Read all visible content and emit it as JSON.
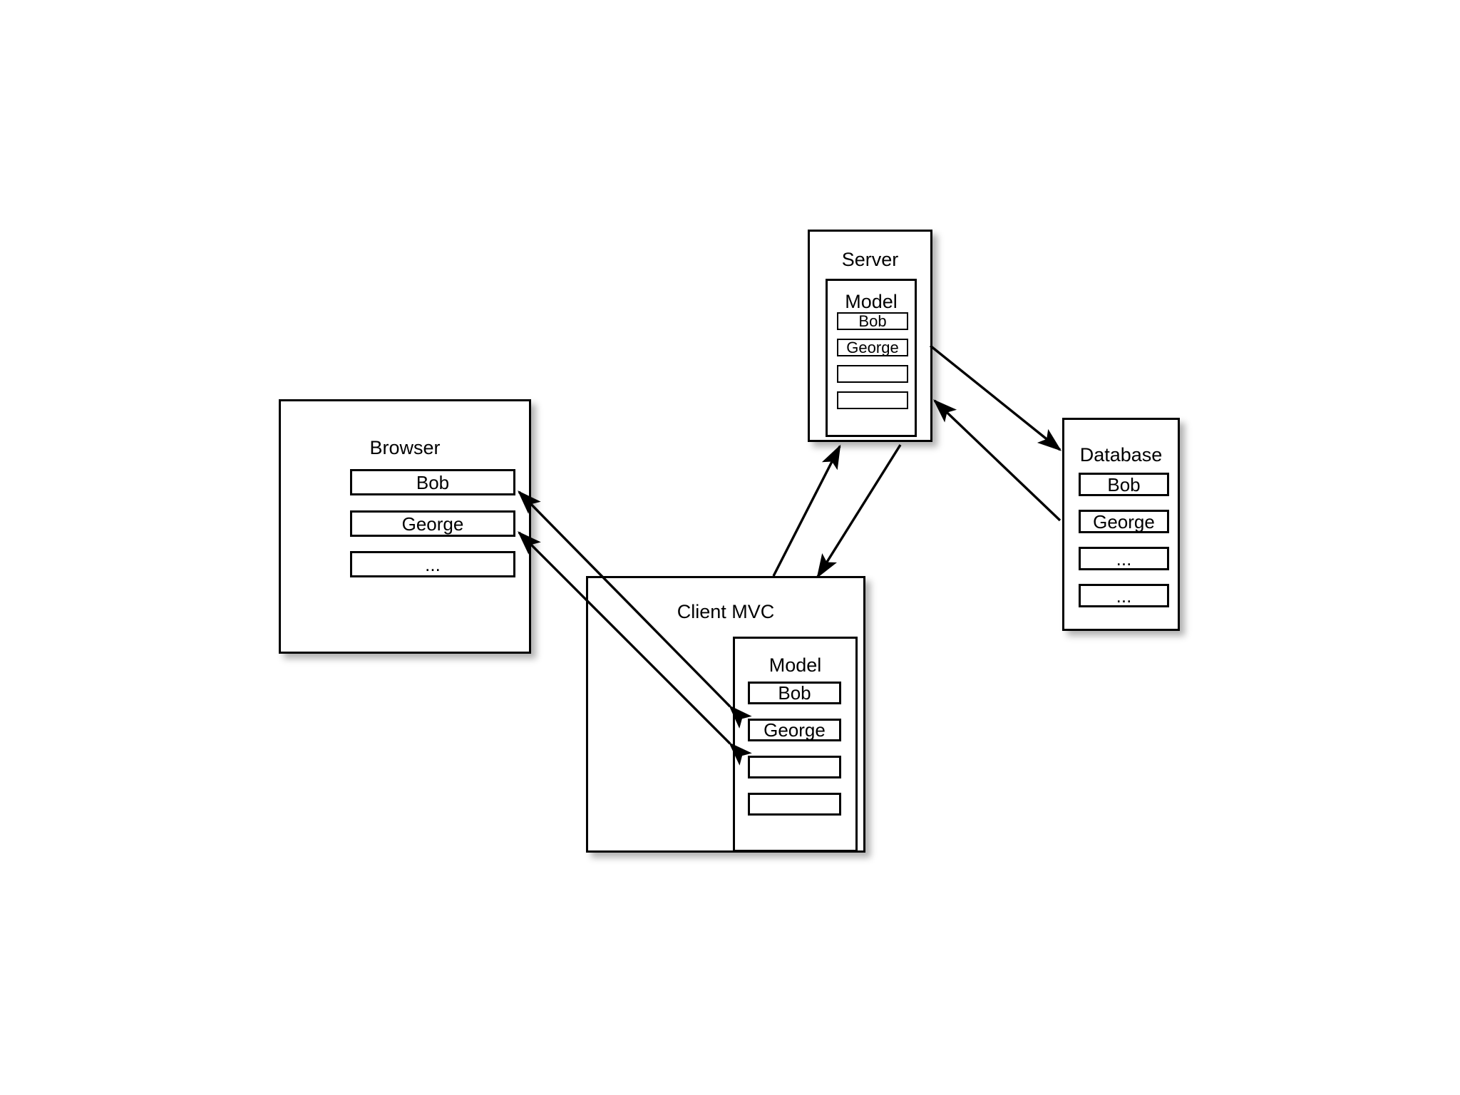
{
  "diagram": {
    "title": "Client MVC data synchronisation diagram",
    "background_color": "#ffffff",
    "stroke_color": "#000000",
    "fill_color": "#ffffff"
  },
  "nodes": {
    "browser": {
      "title": "Browser",
      "rows": [
        "Bob",
        "George",
        "..."
      ]
    },
    "client_mvc": {
      "title": "Client MVC",
      "model": {
        "title": "Model",
        "rows": [
          "Bob",
          "George",
          "",
          ""
        ]
      }
    },
    "server": {
      "title": "Server",
      "model": {
        "title": "Model",
        "rows": [
          "Bob",
          "George",
          "",
          ""
        ]
      }
    },
    "database": {
      "title": "Database",
      "rows": [
        "Bob",
        "George",
        "...",
        "..."
      ]
    }
  },
  "connections": [
    {
      "name": "client-model-bob-to-browser-bob",
      "from": "client_mvc.model.rows.0",
      "to": "browser.rows.0",
      "direction": "bidirectional"
    },
    {
      "name": "client-model-george-to-browser-george",
      "from": "client_mvc.model.rows.1",
      "to": "browser.rows.1",
      "direction": "bidirectional"
    },
    {
      "name": "client-mvc-to-server",
      "from": "client_mvc",
      "to": "server",
      "direction": "bidirectional"
    },
    {
      "name": "server-to-database",
      "from": "server",
      "to": "database",
      "direction": "bidirectional"
    }
  ]
}
